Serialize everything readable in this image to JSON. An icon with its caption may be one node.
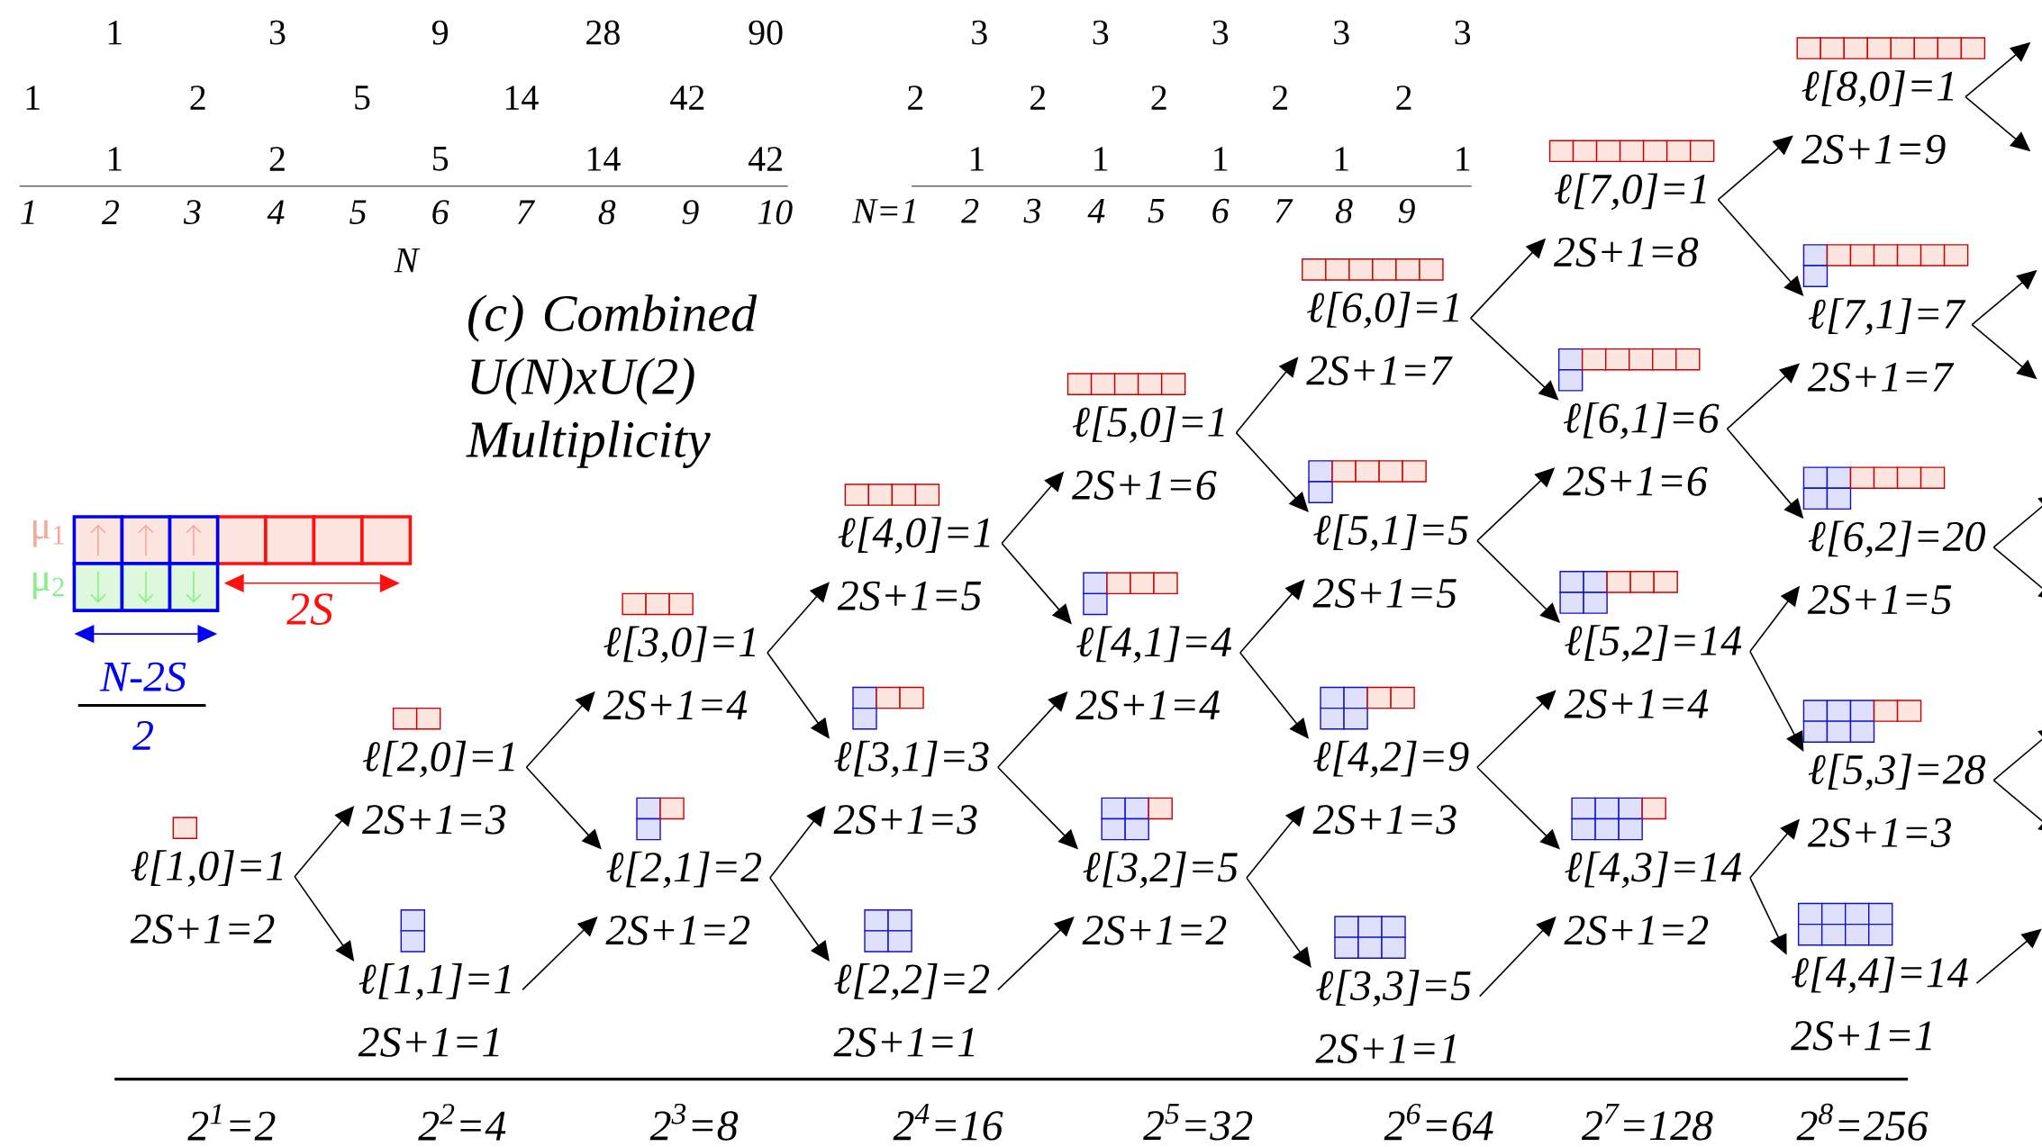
{
  "diagram": {
    "title": "(c) Combined U(N)xU(2) Multiplicity",
    "nodes": [
      {
        "text": [
          "ℓ[1,0]=1",
          "2S+1=2"
        ]
      },
      {
        "text": [
          "ℓ[2,0]=1",
          "2S+1=3"
        ]
      },
      {
        "text": [
          "ℓ[1,1]=1",
          "2S+1=1"
        ]
      },
      {
        "text": [
          "ℓ[3,0]=1",
          "2S+1=4"
        ]
      },
      {
        "text": [
          "ℓ[2,1]=2",
          "2S+1=2"
        ]
      },
      {
        "text": [
          "ℓ[4,0]=1",
          "2S+1=5"
        ]
      },
      {
        "text": [
          "ℓ[3,1]=3",
          "2S+1=3"
        ]
      },
      {
        "text": [
          "ℓ[2,2]=2",
          "2S+1=1"
        ]
      },
      {
        "text": [
          "ℓ[5,0]=1",
          "2S+1=6"
        ]
      },
      {
        "text": [
          "ℓ[4,1]=4",
          "2S+1=4"
        ]
      },
      {
        "text": [
          "ℓ[3,2]=5",
          "2S+1=2"
        ]
      },
      {
        "text": [
          "ℓ[6,0]=1",
          "2S+1=7"
        ]
      },
      {
        "text": [
          "ℓ[5,1]=5",
          "2S+1=5"
        ]
      },
      {
        "text": [
          "ℓ[4,2]=9",
          "2S+1=3"
        ]
      },
      {
        "text": [
          "ℓ[3,3]=5",
          "2S+1=1"
        ]
      },
      {
        "text": [
          "ℓ[7,0]=1",
          "2S+1=8"
        ]
      },
      {
        "text": [
          "ℓ[6,1]=6",
          "2S+1=6"
        ]
      },
      {
        "text": [
          "ℓ[5,2]=14",
          "2S+1=4"
        ]
      },
      {
        "text": [
          "ℓ[4,3]=14",
          "2S+1=2"
        ]
      },
      {
        "text": [
          "ℓ[8,0]=1",
          "2S+1=9"
        ]
      },
      {
        "text": [
          "ℓ[7,1]=7",
          "2S+1=7"
        ]
      },
      {
        "text": [
          "ℓ[6,2]=20",
          "2S+1=5"
        ]
      },
      {
        "text": [
          "ℓ[5,3]=28",
          "2S+1=3"
        ]
      },
      {
        "text": [
          "ℓ[4,4]=14",
          "2S+1=1"
        ]
      }
    ],
    "edges": [
      {
        "from": 0,
        "to": 1,
        "arrow": "to"
      },
      {
        "from": 0,
        "to": 2,
        "arrow": "to"
      },
      {
        "from": 1,
        "to": 3,
        "arrow": "to"
      },
      {
        "from": 1,
        "to": 4,
        "arrow": "to"
      },
      {
        "from": 2,
        "to": 4,
        "arrow": "to"
      },
      {
        "from": 3,
        "to": 5,
        "arrow": "to"
      },
      {
        "from": 3,
        "to": 6,
        "arrow": "to"
      },
      {
        "from": 4,
        "to": 6,
        "arrow": "to"
      },
      {
        "from": 4,
        "to": 7,
        "arrow": "to"
      },
      {
        "from": 5,
        "to": 8,
        "arrow": "to"
      },
      {
        "from": 5,
        "to": 9,
        "arrow": "to"
      },
      {
        "from": 6,
        "to": 9,
        "arrow": "to"
      },
      {
        "from": 6,
        "to": 10,
        "arrow": "to"
      },
      {
        "from": 7,
        "to": 10,
        "arrow": "to"
      },
      {
        "from": 8,
        "to": 11,
        "arrow": "to"
      },
      {
        "from": 8,
        "to": 12,
        "arrow": "to"
      },
      {
        "from": 9,
        "to": 12,
        "arrow": "to"
      },
      {
        "from": 9,
        "to": 13,
        "arrow": "to"
      },
      {
        "from": 10,
        "to": 13,
        "arrow": "to"
      },
      {
        "from": 10,
        "to": 14,
        "arrow": "to"
      },
      {
        "from": 11,
        "to": 15,
        "arrow": "to"
      },
      {
        "from": 11,
        "to": 16,
        "arrow": "to"
      },
      {
        "from": 12,
        "to": 16,
        "arrow": "to"
      },
      {
        "from": 12,
        "to": 17,
        "arrow": "to"
      },
      {
        "from": 13,
        "to": 17,
        "arrow": "to"
      },
      {
        "from": 13,
        "to": 18,
        "arrow": "to"
      },
      {
        "from": 14,
        "to": 18,
        "arrow": "to"
      },
      {
        "from": 15,
        "to": 19,
        "arrow": "to"
      },
      {
        "from": 15,
        "to": 20,
        "arrow": "to"
      },
      {
        "from": 16,
        "to": 20,
        "arrow": "to"
      },
      {
        "from": 16,
        "to": 21,
        "arrow": "to"
      },
      {
        "from": 17,
        "to": 21,
        "arrow": "to"
      },
      {
        "from": 17,
        "to": 22,
        "arrow": "to"
      },
      {
        "from": 18,
        "to": 22,
        "arrow": "to"
      },
      {
        "from": 18,
        "to": 23,
        "arrow": "to"
      },
      {
        "from": 19,
        "to": null,
        "arrow": "to"
      },
      {
        "from": 19,
        "to": null,
        "arrow": "to"
      },
      {
        "from": 20,
        "to": null,
        "arrow": "to"
      },
      {
        "from": 20,
        "to": null,
        "arrow": "to"
      },
      {
        "from": 21,
        "to": null,
        "arrow": "to"
      },
      {
        "from": 21,
        "to": null,
        "arrow": "to"
      },
      {
        "from": 22,
        "to": null,
        "arrow": "to"
      },
      {
        "from": 22,
        "to": null,
        "arrow": "to"
      },
      {
        "from": 23,
        "to": null,
        "arrow": "to"
      }
    ],
    "labels": [
      "1",
      "3",
      "9",
      "28",
      "90",
      "1",
      "2",
      "5",
      "14",
      "42",
      "1",
      "2",
      "5",
      "14",
      "42",
      "1",
      "2",
      "3",
      "4",
      "5",
      "6",
      "7",
      "8",
      "9",
      "10",
      "N",
      "3",
      "3",
      "3",
      "3",
      "3",
      "2",
      "2",
      "2",
      "2",
      "2",
      "1",
      "1",
      "1",
      "1",
      "1",
      "N=1",
      "2",
      "3",
      "4",
      "5",
      "6",
      "7",
      "8",
      "9",
      "μ$_{1}$",
      "μ$_{2}$",
      "2S",
      "N-2S",
      "2",
      "2$^{1}$=2",
      "2$^{2}$=4",
      "2$^{3}$=8",
      "2$^{4}$=16",
      "2$^{5}$=32",
      "2$^{6}$=64",
      "2$^{7}$=128",
      "2$^{8}$=256"
    ]
  }
}
